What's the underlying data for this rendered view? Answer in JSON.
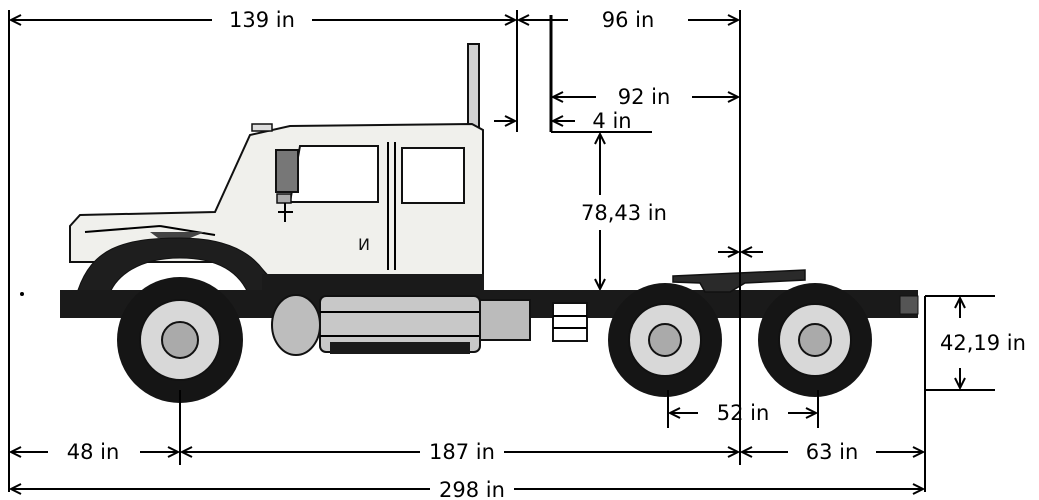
{
  "dimensions": {
    "d139": "139 in",
    "d96": "96 in",
    "d92": "92 in",
    "d4": "4 in",
    "d7843": "78,43 in",
    "d4219": "42,19 in",
    "d52": "52 in",
    "d48": "48 in",
    "d187": "187 in",
    "d63": "63 in",
    "d298": "298 in"
  },
  "cab_badge": "И",
  "colors": {
    "line": "#000000",
    "cab": "#f0f0ec",
    "frame": "#1a1a1a",
    "tire": "#151515",
    "rim": "#d8d8d8",
    "tank": "#c8c8c8"
  }
}
